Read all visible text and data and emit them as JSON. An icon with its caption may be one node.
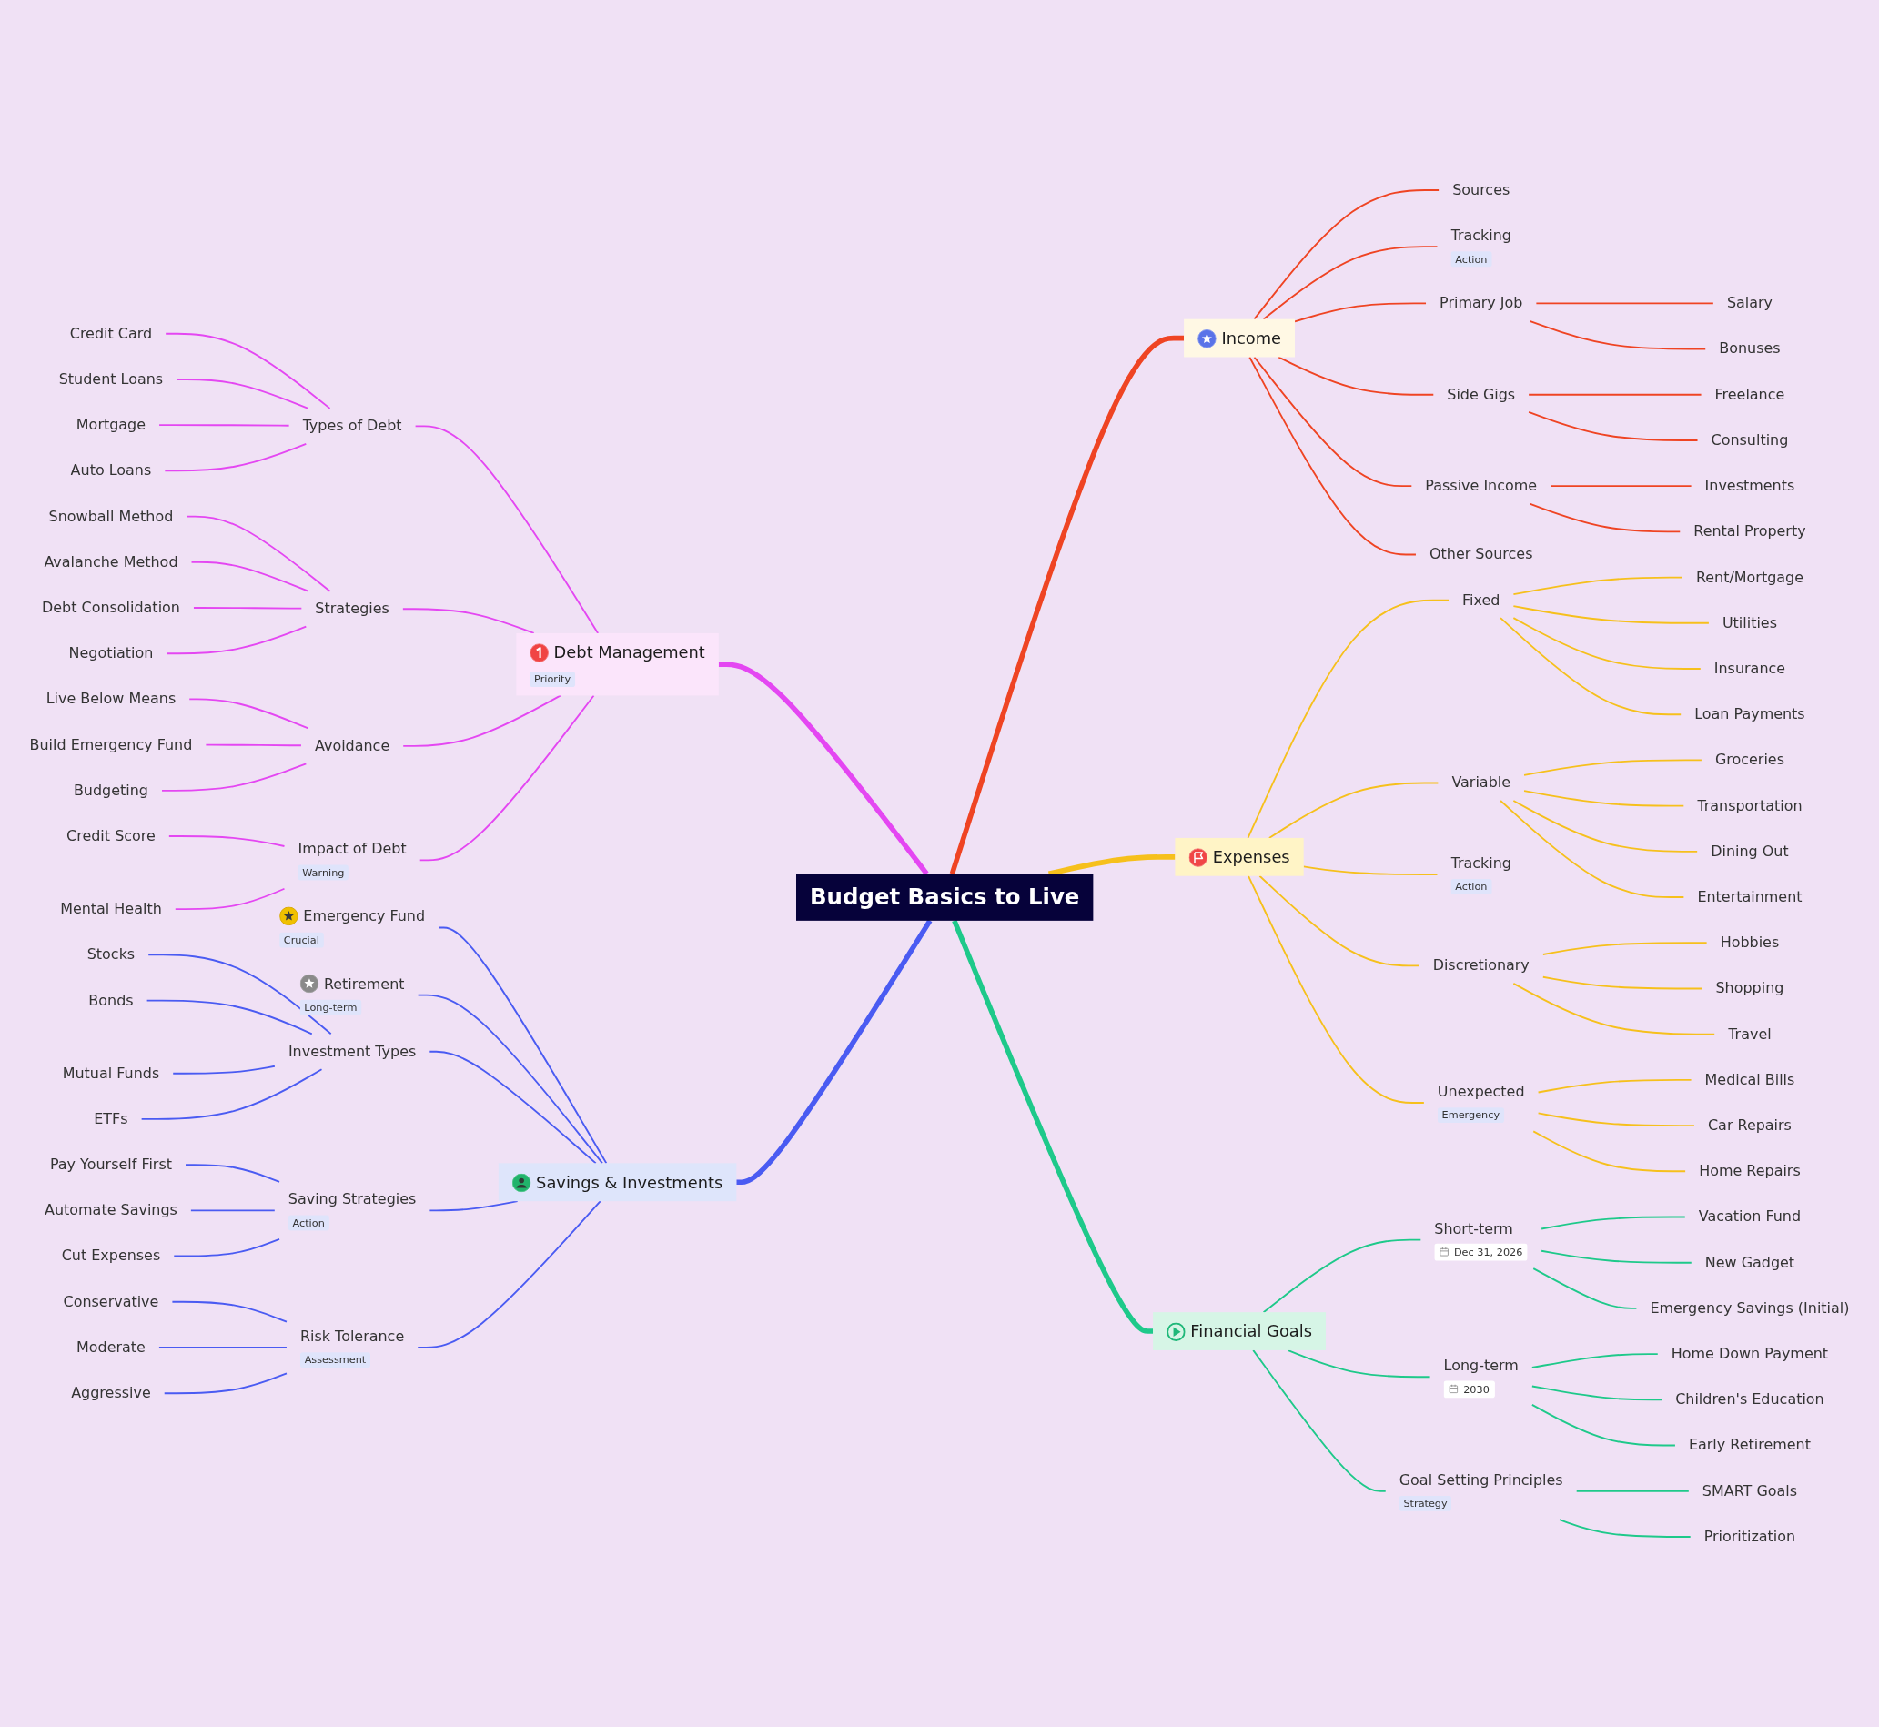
{
  "diagram": {
    "nodes": [
      {
        "text": [
          "Budget Basics to Live"
        ]
      },
      {
        "text": [
          "Income"
        ]
      },
      {
        "text": [
          "Sources"
        ]
      },
      {
        "text": [
          "Tracking",
          "Action"
        ]
      },
      {
        "text": [
          "Primary Job"
        ]
      },
      {
        "text": [
          "Salary"
        ]
      },
      {
        "text": [
          "Bonuses"
        ]
      },
      {
        "text": [
          "Side Gigs"
        ]
      },
      {
        "text": [
          "Freelance"
        ]
      },
      {
        "text": [
          "Consulting"
        ]
      },
      {
        "text": [
          "Passive Income"
        ]
      },
      {
        "text": [
          "Investments"
        ]
      },
      {
        "text": [
          "Rental Property"
        ]
      },
      {
        "text": [
          "Other Sources"
        ]
      },
      {
        "text": [
          "Expenses"
        ]
      },
      {
        "text": [
          "Fixed"
        ]
      },
      {
        "text": [
          "Rent/Mortgage"
        ]
      },
      {
        "text": [
          "Utilities"
        ]
      },
      {
        "text": [
          "Insurance"
        ]
      },
      {
        "text": [
          "Loan Payments"
        ]
      },
      {
        "text": [
          "Variable"
        ]
      },
      {
        "text": [
          "Groceries"
        ]
      },
      {
        "text": [
          "Transportation"
        ]
      },
      {
        "text": [
          "Dining Out"
        ]
      },
      {
        "text": [
          "Entertainment"
        ]
      },
      {
        "text": [
          "Tracking",
          "Action"
        ]
      },
      {
        "text": [
          "Discretionary"
        ]
      },
      {
        "text": [
          "Hobbies"
        ]
      },
      {
        "text": [
          "Shopping"
        ]
      },
      {
        "text": [
          "Travel"
        ]
      },
      {
        "text": [
          "Unexpected",
          "Emergency"
        ]
      },
      {
        "text": [
          "Medical Bills"
        ]
      },
      {
        "text": [
          "Car Repairs"
        ]
      },
      {
        "text": [
          "Home Repairs"
        ]
      },
      {
        "text": [
          "Financial Goals"
        ]
      },
      {
        "text": [
          "Short-term",
          "Dec 31, 2026"
        ]
      },
      {
        "text": [
          "Vacation Fund"
        ]
      },
      {
        "text": [
          "New Gadget"
        ]
      },
      {
        "text": [
          "Emergency Savings (Initial)"
        ]
      },
      {
        "text": [
          "Long-term",
          "2030"
        ]
      },
      {
        "text": [
          "Home Down Payment"
        ]
      },
      {
        "text": [
          "Children's Education"
        ]
      },
      {
        "text": [
          "Early Retirement"
        ]
      },
      {
        "text": [
          "Goal Setting Principles",
          "Strategy"
        ]
      },
      {
        "text": [
          "SMART Goals"
        ]
      },
      {
        "text": [
          "Prioritization"
        ]
      },
      {
        "text": [
          "Debt Management",
          "Priority"
        ]
      },
      {
        "text": [
          "Types of Debt"
        ]
      },
      {
        "text": [
          "Credit Card"
        ]
      },
      {
        "text": [
          "Student Loans"
        ]
      },
      {
        "text": [
          "Mortgage"
        ]
      },
      {
        "text": [
          "Auto Loans"
        ]
      },
      {
        "text": [
          "Strategies"
        ]
      },
      {
        "text": [
          "Snowball Method"
        ]
      },
      {
        "text": [
          "Avalanche Method"
        ]
      },
      {
        "text": [
          "Debt Consolidation"
        ]
      },
      {
        "text": [
          "Negotiation"
        ]
      },
      {
        "text": [
          "Avoidance"
        ]
      },
      {
        "text": [
          "Live Below Means"
        ]
      },
      {
        "text": [
          "Build Emergency Fund"
        ]
      },
      {
        "text": [
          "Budgeting"
        ]
      },
      {
        "text": [
          "Impact of Debt",
          "Warning"
        ]
      },
      {
        "text": [
          "Credit Score"
        ]
      },
      {
        "text": [
          "Mental Health"
        ]
      },
      {
        "text": [
          "Savings & Investments"
        ]
      },
      {
        "text": [
          "Emergency Fund",
          "Crucial"
        ]
      },
      {
        "text": [
          "Retirement",
          "Long-term"
        ]
      },
      {
        "text": [
          "Investment Types"
        ]
      },
      {
        "text": [
          "Stocks"
        ]
      },
      {
        "text": [
          "Bonds"
        ]
      },
      {
        "text": [
          "Mutual Funds"
        ]
      },
      {
        "text": [
          "ETFs"
        ]
      },
      {
        "text": [
          "Saving Strategies",
          "Action"
        ]
      },
      {
        "text": [
          "Pay Yourself First"
        ]
      },
      {
        "text": [
          "Automate Savings"
        ]
      },
      {
        "text": [
          "Cut Expenses"
        ]
      },
      {
        "text": [
          "Risk Tolerance",
          "Assessment"
        ]
      },
      {
        "text": [
          "Conservative"
        ]
      },
      {
        "text": [
          "Moderate"
        ]
      },
      {
        "text": [
          "Aggressive"
        ]
      }
    ],
    "edges": [
      {
        "from": 0,
        "to": 1,
        "arrow": "none",
        "style": "thick",
        "color": "#ef4423"
      },
      {
        "from": 1,
        "to": 2,
        "arrow": "none",
        "color": "#ef4423"
      },
      {
        "from": 1,
        "to": 3,
        "arrow": "none",
        "color": "#ef4423"
      },
      {
        "from": 1,
        "to": 4,
        "arrow": "none",
        "color": "#ef4423"
      },
      {
        "from": 4,
        "to": 5,
        "arrow": "none",
        "color": "#ef4423"
      },
      {
        "from": 4,
        "to": 6,
        "arrow": "none",
        "color": "#ef4423"
      },
      {
        "from": 1,
        "to": 7,
        "arrow": "none",
        "color": "#ef4423"
      },
      {
        "from": 7,
        "to": 8,
        "arrow": "none",
        "color": "#ef4423"
      },
      {
        "from": 7,
        "to": 9,
        "arrow": "none",
        "color": "#ef4423"
      },
      {
        "from": 1,
        "to": 10,
        "arrow": "none",
        "color": "#ef4423"
      },
      {
        "from": 10,
        "to": 11,
        "arrow": "none",
        "color": "#ef4423"
      },
      {
        "from": 10,
        "to": 12,
        "arrow": "none",
        "color": "#ef4423"
      },
      {
        "from": 1,
        "to": 13,
        "arrow": "none",
        "color": "#ef4423"
      },
      {
        "from": 0,
        "to": 14,
        "arrow": "none",
        "style": "thick",
        "color": "#f6c01c"
      },
      {
        "from": 14,
        "to": 15,
        "arrow": "none",
        "color": "#f6c01c"
      },
      {
        "from": 15,
        "to": 16,
        "arrow": "none",
        "color": "#f6c01c"
      },
      {
        "from": 15,
        "to": 17,
        "arrow": "none",
        "color": "#f6c01c"
      },
      {
        "from": 15,
        "to": 18,
        "arrow": "none",
        "color": "#f6c01c"
      },
      {
        "from": 15,
        "to": 19,
        "arrow": "none",
        "color": "#f6c01c"
      },
      {
        "from": 14,
        "to": 20,
        "arrow": "none",
        "color": "#f6c01c"
      },
      {
        "from": 20,
        "to": 21,
        "arrow": "none",
        "color": "#f6c01c"
      },
      {
        "from": 20,
        "to": 22,
        "arrow": "none",
        "color": "#f6c01c"
      },
      {
        "from": 20,
        "to": 23,
        "arrow": "none",
        "color": "#f6c01c"
      },
      {
        "from": 20,
        "to": 24,
        "arrow": "none",
        "color": "#f6c01c"
      },
      {
        "from": 14,
        "to": 25,
        "arrow": "none",
        "color": "#f6c01c"
      },
      {
        "from": 14,
        "to": 26,
        "arrow": "none",
        "color": "#f6c01c"
      },
      {
        "from": 26,
        "to": 27,
        "arrow": "none",
        "color": "#f6c01c"
      },
      {
        "from": 26,
        "to": 28,
        "arrow": "none",
        "color": "#f6c01c"
      },
      {
        "from": 26,
        "to": 29,
        "arrow": "none",
        "color": "#f6c01c"
      },
      {
        "from": 14,
        "to": 30,
        "arrow": "none",
        "color": "#f6c01c"
      },
      {
        "from": 30,
        "to": 31,
        "arrow": "none",
        "color": "#f6c01c"
      },
      {
        "from": 30,
        "to": 32,
        "arrow": "none",
        "color": "#f6c01c"
      },
      {
        "from": 30,
        "to": 33,
        "arrow": "none",
        "color": "#f6c01c"
      },
      {
        "from": 0,
        "to": 34,
        "arrow": "none",
        "style": "thick",
        "color": "#1ec98a"
      },
      {
        "from": 34,
        "to": 35,
        "arrow": "none",
        "color": "#1ec98a"
      },
      {
        "from": 35,
        "to": 36,
        "arrow": "none",
        "color": "#1ec98a"
      },
      {
        "from": 35,
        "to": 37,
        "arrow": "none",
        "color": "#1ec98a"
      },
      {
        "from": 35,
        "to": 38,
        "arrow": "none",
        "color": "#1ec98a"
      },
      {
        "from": 34,
        "to": 39,
        "arrow": "none",
        "color": "#1ec98a"
      },
      {
        "from": 39,
        "to": 40,
        "arrow": "none",
        "color": "#1ec98a"
      },
      {
        "from": 39,
        "to": 41,
        "arrow": "none",
        "color": "#1ec98a"
      },
      {
        "from": 39,
        "to": 42,
        "arrow": "none",
        "color": "#1ec98a"
      },
      {
        "from": 34,
        "to": 43,
        "arrow": "none",
        "color": "#1ec98a"
      },
      {
        "from": 43,
        "to": 44,
        "arrow": "none",
        "color": "#1ec98a"
      },
      {
        "from": 43,
        "to": 45,
        "arrow": "none",
        "color": "#1ec98a"
      },
      {
        "from": 46,
        "to": 0,
        "arrow": "none",
        "style": "thick",
        "color": "#e447f2"
      },
      {
        "from": 47,
        "to": 46,
        "arrow": "none",
        "color": "#e447f2"
      },
      {
        "from": 48,
        "to": 47,
        "arrow": "none",
        "color": "#e447f2"
      },
      {
        "from": 49,
        "to": 47,
        "arrow": "none",
        "color": "#e447f2"
      },
      {
        "from": 50,
        "to": 47,
        "arrow": "none",
        "color": "#e447f2"
      },
      {
        "from": 51,
        "to": 47,
        "arrow": "none",
        "color": "#e447f2"
      },
      {
        "from": 52,
        "to": 46,
        "arrow": "none",
        "color": "#e447f2"
      },
      {
        "from": 53,
        "to": 52,
        "arrow": "none",
        "color": "#e447f2"
      },
      {
        "from": 54,
        "to": 52,
        "arrow": "none",
        "color": "#e447f2"
      },
      {
        "from": 55,
        "to": 52,
        "arrow": "none",
        "color": "#e447f2"
      },
      {
        "from": 56,
        "to": 52,
        "arrow": "none",
        "color": "#e447f2"
      },
      {
        "from": 57,
        "to": 46,
        "arrow": "none",
        "color": "#e447f2"
      },
      {
        "from": 58,
        "to": 57,
        "arrow": "none",
        "color": "#e447f2"
      },
      {
        "from": 59,
        "to": 57,
        "arrow": "none",
        "color": "#e447f2"
      },
      {
        "from": 60,
        "to": 57,
        "arrow": "none",
        "color": "#e447f2"
      },
      {
        "from": 61,
        "to": 46,
        "arrow": "none",
        "color": "#e447f2"
      },
      {
        "from": 62,
        "to": 61,
        "arrow": "none",
        "color": "#e447f2"
      },
      {
        "from": 63,
        "to": 61,
        "arrow": "none",
        "color": "#e447f2"
      },
      {
        "from": 64,
        "to": 0,
        "arrow": "none",
        "style": "thick",
        "color": "#4a5bf2"
      },
      {
        "from": 65,
        "to": 64,
        "arrow": "none",
        "color": "#4a5bf2"
      },
      {
        "from": 66,
        "to": 64,
        "arrow": "none",
        "color": "#4a5bf2"
      },
      {
        "from": 67,
        "to": 64,
        "arrow": "none",
        "color": "#4a5bf2"
      },
      {
        "from": 68,
        "to": 67,
        "arrow": "none",
        "color": "#4a5bf2"
      },
      {
        "from": 69,
        "to": 67,
        "arrow": "none",
        "color": "#4a5bf2"
      },
      {
        "from": 70,
        "to": 67,
        "arrow": "none",
        "color": "#4a5bf2"
      },
      {
        "from": 71,
        "to": 67,
        "arrow": "none",
        "color": "#4a5bf2"
      },
      {
        "from": 72,
        "to": 64,
        "arrow": "none",
        "color": "#4a5bf2"
      },
      {
        "from": 73,
        "to": 72,
        "arrow": "none",
        "color": "#4a5bf2"
      },
      {
        "from": 74,
        "to": 72,
        "arrow": "none",
        "color": "#4a5bf2"
      },
      {
        "from": 75,
        "to": 72,
        "arrow": "none",
        "color": "#4a5bf2"
      },
      {
        "from": 76,
        "to": 64,
        "arrow": "none",
        "color": "#4a5bf2"
      },
      {
        "from": 77,
        "to": 76,
        "arrow": "none",
        "color": "#4a5bf2"
      },
      {
        "from": 78,
        "to": 76,
        "arrow": "none",
        "color": "#4a5bf2"
      },
      {
        "from": 79,
        "to": 76,
        "arrow": "none",
        "color": "#4a5bf2"
      }
    ]
  }
}
